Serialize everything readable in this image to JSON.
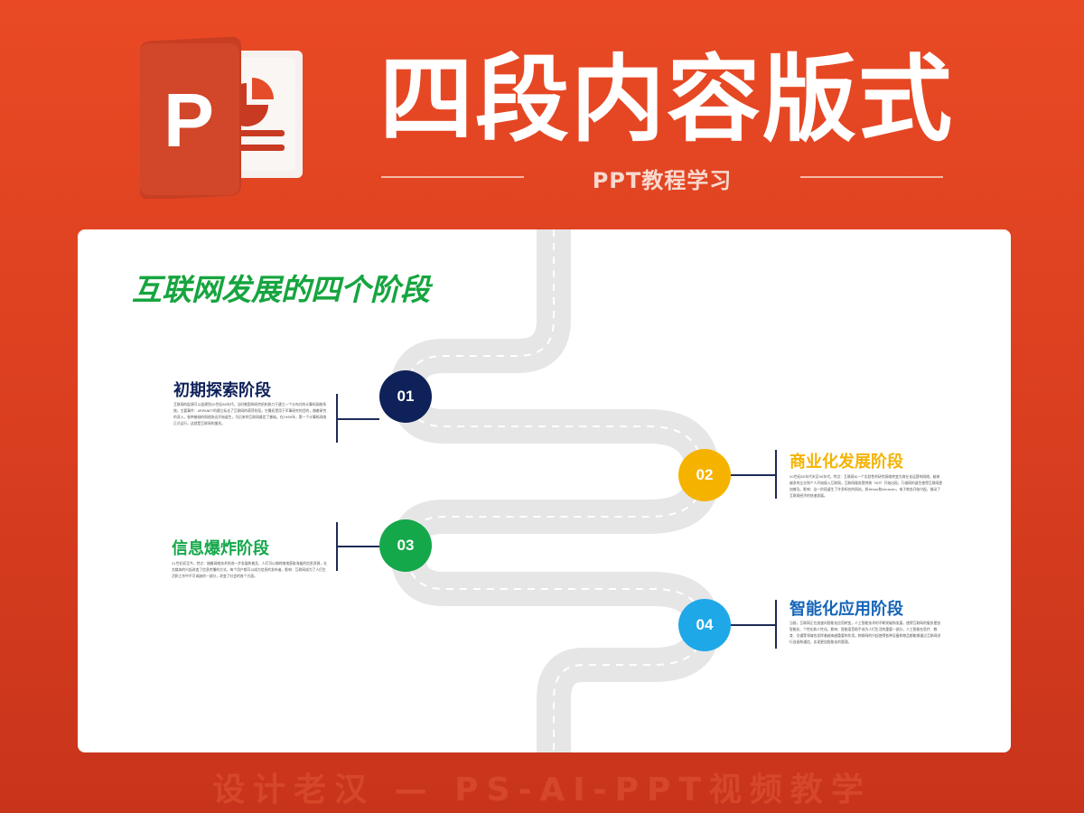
{
  "header": {
    "headline": "四段内容版式",
    "subtitle": "PPT教程学习",
    "logo_letter": "P"
  },
  "slide": {
    "title": "互联网发展的四个阶段",
    "stages": [
      {
        "number": "01",
        "title": "初期探索阶段",
        "color": "#0f2159",
        "description": "互联网的起源可以追溯到20世纪60年代，当时美国的研究机构致力于建立一个分布式的计算机网络系统。主要事件：ARPANET的建立标志了互联网的萌芽阶段，它最初是用于军事研究的目的，随着研究的深入，各种基础的网络协议开始诞生，为后来的互联网奠定了基础。在1969年，第一个计算机网络正式运行，这就是互联网的雏形。"
      },
      {
        "number": "02",
        "title": "商业化发展阶段",
        "color": "#f5b300",
        "description": "20世纪80年代末至90年代。特点：互联网从一个实验性的研究网络转变为商业化运营的网络，越来越多的企业和个人开始接入互联网，互联网服务提供商（ISP）开始出现，万维网的诞生使得互联网更加普及。影响：这一阶段诞生了许多知名的网站，如Yahoo和Amazon，电子商务开始兴起，推动了互联网经济的快速发展。"
      },
      {
        "number": "03",
        "title": "信息爆炸阶段",
        "color": "#14a84a",
        "description": "21世纪初至今。特点：随着网络技术的进一步发展和普及，人们可以随时随地获取海量的信息资源，社交媒体的兴起改变了信息传播的方式，每个用户都可以成为信息的发布者。影响：互联网成为了人们生活和工作中不可或缺的一部分，改变了社会的各个方面。"
      },
      {
        "number": "04",
        "title": "智能化应用阶段",
        "color": "#1ea8e8",
        "description": "当前，互联网正在加速向智能化应用转变，人工智能技术的不断突破和发展，使得互联网的服务更加智能化、个性化和人性化。影响：智能语音助手成为人们生活的重要一部分，人工智能在医疗、教育、交通等领域也发挥着越来越重要的作用，物联网的兴起使得各种设备和物品都能够通过互联网进行连接和通信，实现更加智能化的管理。"
      }
    ]
  },
  "footer": {
    "text": "设计老汉 — PS-AI-PPT视频教学"
  }
}
